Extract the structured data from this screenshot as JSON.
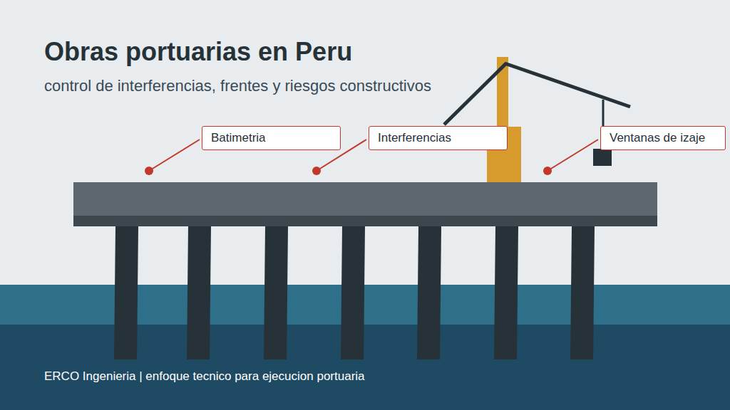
{
  "diagram": {
    "title": "Obras portuarias en Peru",
    "nodes": [
      {
        "text": [
          "Batimetria"
        ]
      },
      {
        "text": [
          "Interferencias"
        ]
      },
      {
        "text": [
          "Ventanas de izaje"
        ]
      }
    ],
    "labels": [
      "control de interferencias, frentes y riesgos constructivos"
    ],
    "caption": "ERCO Ingenieria | enfoque tecnico para ejecucion portuaria"
  }
}
